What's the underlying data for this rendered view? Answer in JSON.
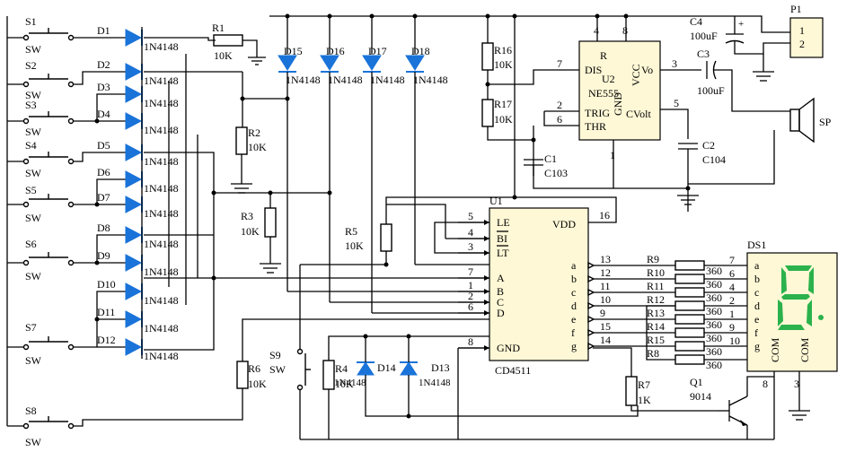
{
  "switches": [
    {
      "ref": "S1",
      "type": "SW"
    },
    {
      "ref": "S2",
      "type": "SW"
    },
    {
      "ref": "S3",
      "type": "SW"
    },
    {
      "ref": "S4",
      "type": "SW"
    },
    {
      "ref": "S5",
      "type": "SW"
    },
    {
      "ref": "S6",
      "type": "SW"
    },
    {
      "ref": "S7",
      "type": "SW"
    },
    {
      "ref": "S8",
      "type": "SW"
    },
    {
      "ref": "S9",
      "type": "SW"
    }
  ],
  "diode_array": {
    "refs": [
      "D1",
      "D2",
      "D3",
      "D4",
      "D5",
      "D6",
      "D7",
      "D8",
      "D9",
      "D10",
      "D11",
      "D12"
    ],
    "part": "1N4148"
  },
  "upper_diodes": [
    {
      "ref": "D15",
      "part": "1N4148"
    },
    {
      "ref": "D16",
      "part": "1N4148"
    },
    {
      "ref": "D17",
      "part": "1N4148"
    },
    {
      "ref": "D18",
      "part": "1N4148"
    }
  ],
  "lower_diodes": [
    {
      "ref": "D14",
      "part": "1N4148"
    },
    {
      "ref": "D13",
      "part": "1N4148"
    }
  ],
  "resistors": {
    "R1": {
      "ref": "R1",
      "value": "10K"
    },
    "R2": {
      "ref": "R2",
      "value": "10K"
    },
    "R3": {
      "ref": "R3",
      "value": "10K"
    },
    "R4": {
      "ref": "R4",
      "value": "10K"
    },
    "R5": {
      "ref": "R5",
      "value": "10K"
    },
    "R6": {
      "ref": "R6",
      "value": "10K"
    },
    "R7": {
      "ref": "R7",
      "value": "1K"
    },
    "R16": {
      "ref": "R16",
      "value": "10K"
    },
    "R17": {
      "ref": "R17",
      "value": "10K"
    }
  },
  "segment_resistors": [
    {
      "ref": "R9",
      "value": "360"
    },
    {
      "ref": "R10",
      "value": "360"
    },
    {
      "ref": "R11",
      "value": "360"
    },
    {
      "ref": "R12",
      "value": "360"
    },
    {
      "ref": "R13",
      "value": "360"
    },
    {
      "ref": "R14",
      "value": "360"
    },
    {
      "ref": "R15",
      "value": "360"
    },
    {
      "ref": "R8",
      "value": "360"
    }
  ],
  "capacitors": {
    "C1": {
      "ref": "C1",
      "value": "C103"
    },
    "C2": {
      "ref": "C2",
      "value": "C104"
    },
    "C3": {
      "ref": "C3",
      "value": "100uF"
    },
    "C4": {
      "ref": "C4",
      "value": "100uF"
    }
  },
  "ne555": {
    "ref": "U2",
    "part": "NE555",
    "pins": {
      "dis": "DIS",
      "trig": "TRIG",
      "thr": "THR",
      "r": "R",
      "vcc": "VCC",
      "vo": "Vo",
      "gnd": "GND",
      "cvolt": "CVolt"
    },
    "pin_numbers": {
      "dis": "7",
      "trig": "2",
      "thr": "6",
      "r": "4",
      "vcc": "8",
      "vo": "3",
      "cvolt": "5",
      "gnd": "1"
    }
  },
  "cd4511": {
    "ref": "U1",
    "part": "CD4511",
    "left_pins": [
      {
        "name": "LE",
        "num": "5"
      },
      {
        "name": "BI",
        "num": "4"
      },
      {
        "name": "LT",
        "num": "3"
      },
      {
        "name": "A",
        "num": "7"
      },
      {
        "name": "B",
        "num": "1"
      },
      {
        "name": "C",
        "num": "2"
      },
      {
        "name": "D",
        "num": "6"
      },
      {
        "name": "GND",
        "num": "8"
      }
    ],
    "vdd": {
      "name": "VDD",
      "num": "16"
    },
    "right_pins": [
      {
        "name": "a",
        "num": "13"
      },
      {
        "name": "b",
        "num": "12"
      },
      {
        "name": "c",
        "num": "11"
      },
      {
        "name": "d",
        "num": "10"
      },
      {
        "name": "e",
        "num": "9"
      },
      {
        "name": "f",
        "num": "15"
      },
      {
        "name": "g",
        "num": "14"
      }
    ]
  },
  "display": {
    "ref": "DS1",
    "segments": [
      "a",
      "b",
      "c",
      "d",
      "e",
      "f",
      "g"
    ],
    "pin_numbers": [
      "7",
      "6",
      "4",
      "2",
      "1",
      "9",
      "10"
    ],
    "com_labels": [
      "COM",
      "COM"
    ],
    "com_pins": [
      "8",
      "3"
    ]
  },
  "transistor": {
    "ref": "Q1",
    "part": "9014"
  },
  "connector": {
    "ref": "P1",
    "pins": [
      "1",
      "2"
    ]
  },
  "speaker": {
    "ref": "SP"
  }
}
